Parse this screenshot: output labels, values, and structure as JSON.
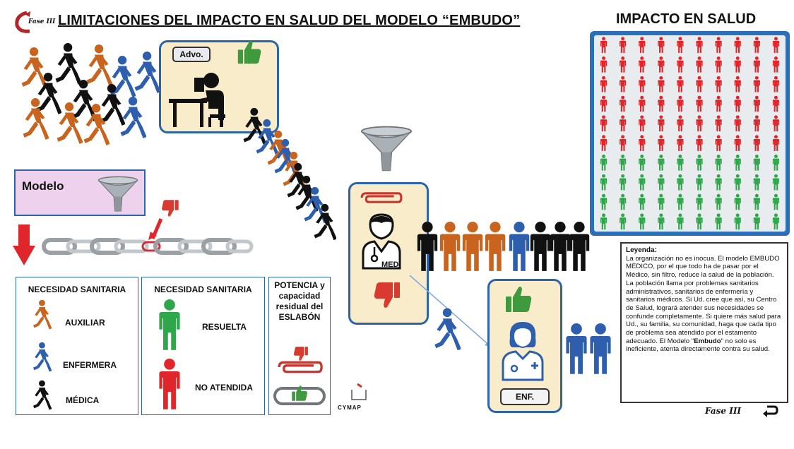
{
  "header": {
    "logo_text": "Fase III",
    "title": "LIMITACIONES DEL IMPACTO EN SALUD DEL MODELO “EMBUDO”"
  },
  "impact": {
    "title": "IMPACTO EN SALUD",
    "grid_rows": 10,
    "grid_cols": 10,
    "red_rows": 6,
    "colors": {
      "red": "#e0262a",
      "green": "#2ea64a"
    }
  },
  "stations": {
    "adv_label": "Advo.",
    "med_label": "MED",
    "enf_label": "ENF."
  },
  "modelo": {
    "label": "Modelo"
  },
  "panels": {
    "need_title": "NECESIDAD SANITARIA",
    "roles": [
      "AUXILIAR",
      "ENFERMERA",
      "MÉDICA"
    ],
    "role_colors": [
      "#c8641e",
      "#2d5fae",
      "#111111"
    ],
    "need2_title": "NECESIDAD SANITARIA",
    "outcomes": [
      "RESUELTA",
      "NO ATENDIDA"
    ],
    "outcome_colors": [
      "#2ea64a",
      "#e0262a"
    ],
    "potencia_title": "POTENCIA y capacidad residual del ESLABÓN"
  },
  "legend": {
    "heading": "Leyenda:",
    "p1": "La organización no es inocua. El modelo EMBUDO MÉDICO, por el que todo ha de pasar por el Médico, sin filtro, reduce la salud de la población.",
    "p2a": "La población llama por problemas sanitarios administrativos, sanitarios de enfermería y sanitarios médicos. Si Ud. cree que así, su Centro de Salud, logrará atender sus necesidades se confunde completamente. Si quiere más salud para Ud., su familia, su comunidad, haga que cada tipo de problema sea atendido por el estamento adecuado. El Modelo \"",
    "p2b": "Embudo",
    "p2c": "\" no solo es ineficiente, atenta directamente contra su salud."
  },
  "footer": {
    "fase": "Fase III",
    "brand": "CYMAP",
    "back_icon": "return-arrow-icon"
  }
}
